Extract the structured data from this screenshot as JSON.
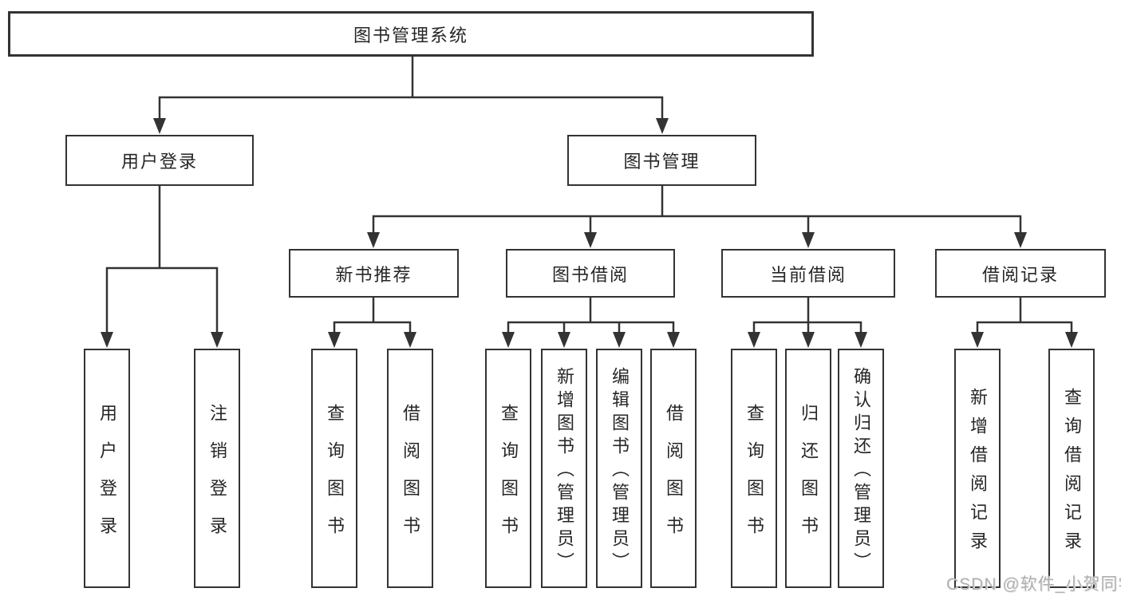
{
  "diagram": {
    "type": "hierarchy",
    "root": {
      "label": "图书管理系统"
    },
    "branches": [
      {
        "label": "用户登录",
        "children": [
          {
            "label": "用户登录"
          },
          {
            "label": "注销登录"
          }
        ]
      },
      {
        "label": "图书管理",
        "children": [
          {
            "label": "新书推荐",
            "children": [
              {
                "label": "查询图书"
              },
              {
                "label": "借阅图书"
              }
            ]
          },
          {
            "label": "图书借阅",
            "children": [
              {
                "label": "查询图书"
              },
              {
                "label": "新增图书（管理员）"
              },
              {
                "label": "编辑图书（管理员）"
              },
              {
                "label": "借阅图书"
              }
            ]
          },
          {
            "label": "当前借阅",
            "children": [
              {
                "label": "查询图书"
              },
              {
                "label": "归还图书"
              },
              {
                "label": "确认归还（管理员）"
              }
            ]
          },
          {
            "label": "借阅记录",
            "children": [
              {
                "label": "新增借阅记录"
              },
              {
                "label": "查询借阅记录"
              }
            ]
          }
        ]
      }
    ]
  },
  "watermark": {
    "text": "CSDN @软件_小贺同学"
  },
  "colors": {
    "line": "#333333",
    "box_border": "#333333",
    "box_fill": "#ffffff",
    "text": "#262626",
    "watermark": "#b0b0b0"
  }
}
